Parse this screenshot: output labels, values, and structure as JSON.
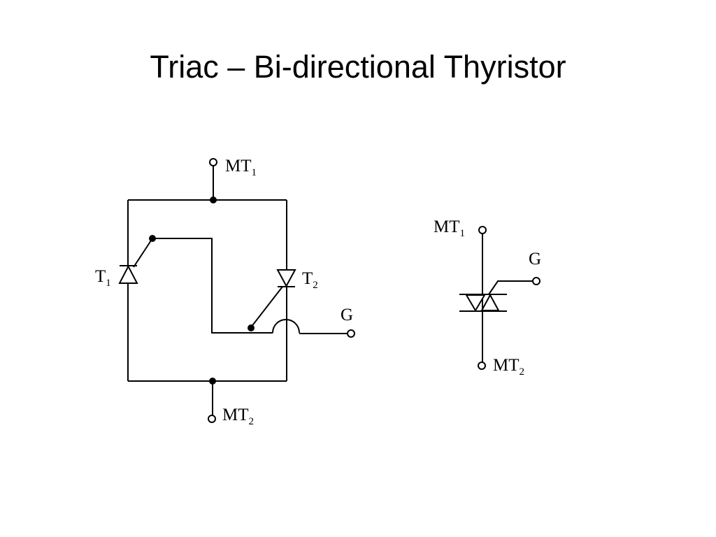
{
  "slide": {
    "title": "Triac – Bi-directional Thyristor"
  },
  "circuit": {
    "mt1": {
      "main": "MT",
      "sub": "1"
    },
    "mt2": {
      "main": "MT",
      "sub": "2"
    },
    "t1": {
      "main": "T",
      "sub": "1"
    },
    "t2": {
      "main": "T",
      "sub": "2"
    },
    "gate": "G"
  },
  "symbol": {
    "mt1": {
      "main": "MT",
      "sub": "1"
    },
    "mt2": {
      "main": "MT",
      "sub": "2"
    },
    "gate": "G"
  },
  "colors": {
    "ink": "#000000",
    "background": "#ffffff"
  }
}
